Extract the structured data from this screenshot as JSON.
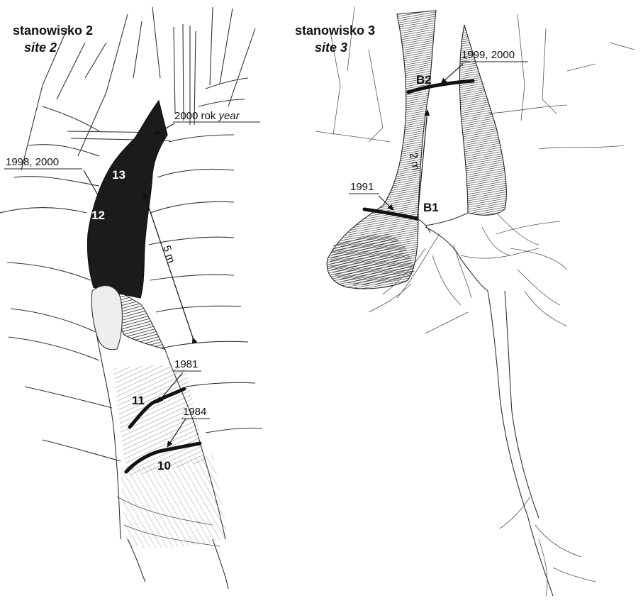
{
  "site2": {
    "title": "stanowisko 2",
    "subtitle": "site 2",
    "label_2000": "2000 rok",
    "label_2000_en": "year",
    "label_1998": "1998, 2000",
    "label_1981": "1981",
    "label_1984": "1984",
    "marker_13": "13",
    "marker_12": "12",
    "marker_11": "11",
    "marker_10": "10",
    "distance": "5 m"
  },
  "site3": {
    "title": "stanowisko 3",
    "subtitle": "site 3",
    "label_1999": "1999, 2000",
    "label_1991": "1991",
    "marker_b2": "B2",
    "marker_b1": "B1",
    "distance": "2 m"
  }
}
